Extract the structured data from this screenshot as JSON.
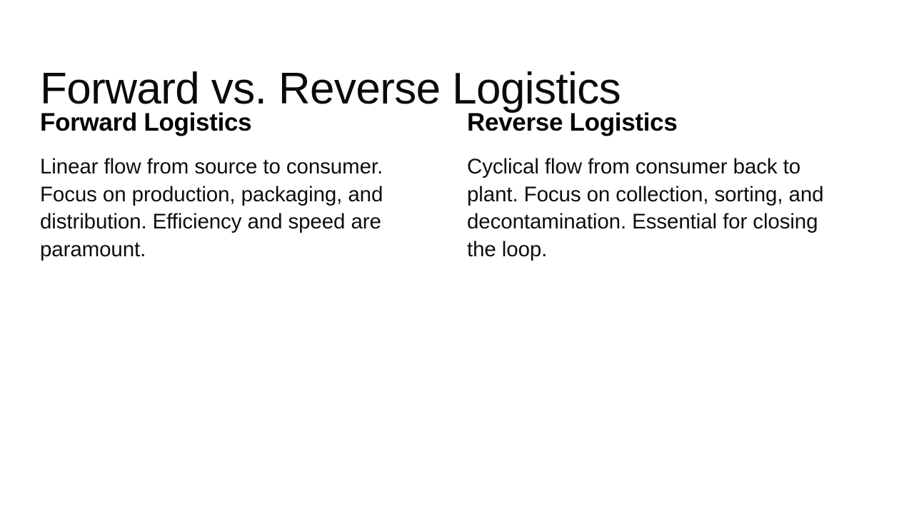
{
  "slide": {
    "title": "Forward vs. Reverse Logistics",
    "background_color": "#ffffff",
    "text_color": "#000000",
    "columns": [
      {
        "heading": "Forward Logistics",
        "body": "Linear flow from source to consumer. Focus on production, packaging, and distribution. Efficiency and speed are paramount."
      },
      {
        "heading": "Reverse Logistics",
        "body": "Cyclical flow from consumer back to plant. Focus on collection, sorting, and decontamination. Essential for closing the loop."
      }
    ]
  }
}
